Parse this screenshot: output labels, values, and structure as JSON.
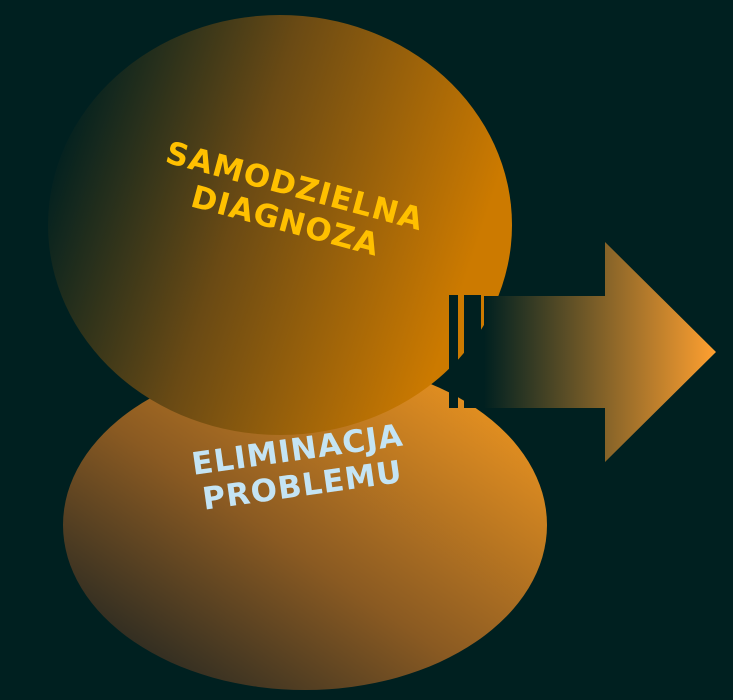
{
  "diagram": {
    "top_circle": {
      "line1": "SAMODZIELNA",
      "line2": "DIAGNOZA"
    },
    "bottom_circle": {
      "line1": "ELIMINACJA",
      "line2": "PROBLEMU"
    }
  },
  "colors": {
    "background": "#002020",
    "orange": "#ffa020",
    "top_text": "#ffc000",
    "bottom_text": "#c4e4f4"
  }
}
